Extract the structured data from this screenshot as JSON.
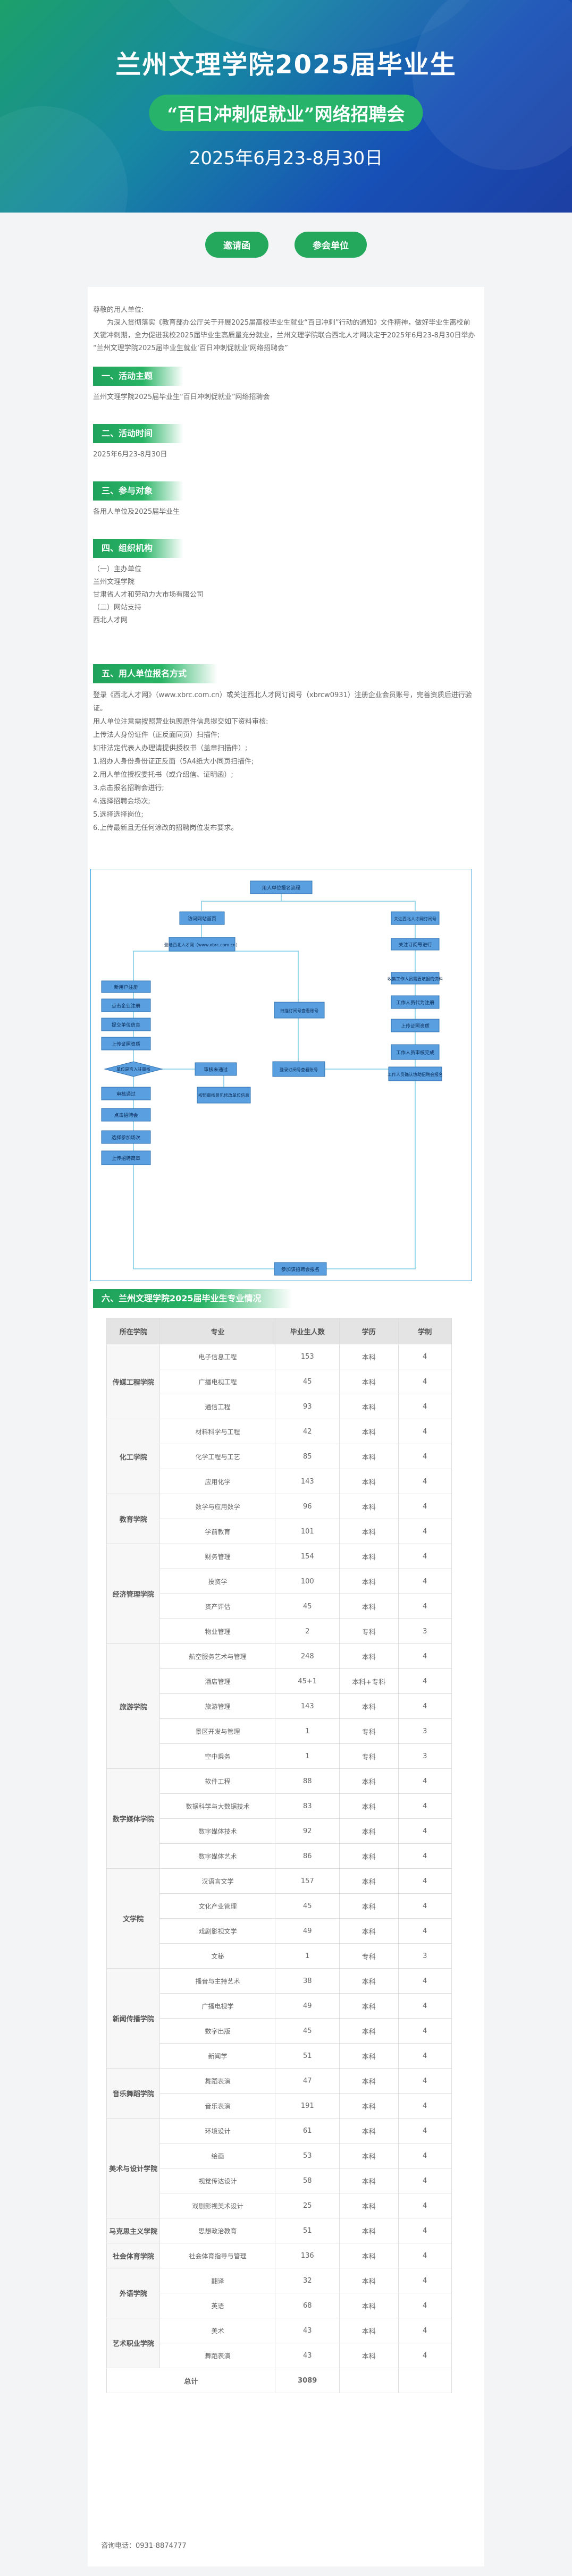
{
  "hero": {
    "title": "兰州文理学院2025届毕业生",
    "subtitle": "“百日冲刺促就业”网络招聘会",
    "date": "2025年6月23-8月30日"
  },
  "tabs": [
    "邀请函",
    "参会单位"
  ],
  "intro": {
    "greeting": "尊敬的用人单位:",
    "p1": "为深入贯彻落实《教育部办公厅关于开展2025届高校毕业生就业“百日冲刺”行动的通知》文件精神，做好毕业生离校前关键冲刺期，全力促进我校2025届毕业生高质量充分就业，兰州文理学院联合西北人才网决定于2025年6月23-8月30日举办“兰州文理学院2025届毕业生就业‘百日冲刺促就业’网络招聘会”"
  },
  "sections": {
    "s1": {
      "title": "一、活动主题",
      "body": "兰州文理学院2025届毕业生“百日冲刺促就业”网络招聘会"
    },
    "s2": {
      "title": "二、活动时间",
      "body": "2025年6月23-8月30日"
    },
    "s3": {
      "title": "三、参与对象",
      "body": "各用人单位及2025届毕业生"
    },
    "s4": {
      "title": "四、组织机构",
      "lines": [
        "（一）主办单位",
        "兰州文理学院",
        "甘肃省人才和劳动力大市场有限公司",
        "（二）网站支持",
        "西北人才网"
      ]
    },
    "s5": {
      "title": "五、用人单位报名方式",
      "lines": [
        "登录《西北人才网》（www.xbrc.com.cn）或关注西北人才网订阅号（xbrcw0931）注册企业会员账号，完善资质后进行验证。",
        "用人单位注意需按照营业执照原件信息提交如下资料审核:",
        "上传法人身份证件（正反面同页）扫描件;",
        "如非法定代表人办理请提供授权书（盖章扫描件）;",
        "1.招办人身份身份证正反面（5A4纸大小同页扫描件;",
        "2.用人单位授权委托书（或介绍信、证明函）;",
        "3.点击报名招聘会进行;",
        "4.选择招聘会场次;",
        "5.选择选择岗位;",
        "6.上传最新且无任何涂改的招聘岗位发布要求。"
      ]
    },
    "s6": {
      "title": "六、兰州文理学院2025届毕业生专业情况"
    }
  },
  "flow": {
    "start": "用人单位报名流程",
    "left_top": "访问网站首页",
    "site": "登陆西北人才网（www.xbrc.com.cn）",
    "a1": "新用户注册",
    "a2": "点击企业注册",
    "a3": "提交单位信息",
    "a4": "上传证照资质",
    "diamond": "单位是否入驻审核",
    "a6": "审核通过",
    "a7": "点击招聘会",
    "a8": "选择参加场次",
    "a9": "上传招聘简章",
    "b1": "审核未通过",
    "b2": "按照审核意见修改单位信息",
    "c1": "扫描订阅号查看账号",
    "c2": "登录订阅号查看账号",
    "r1": "关注西北人才网订阅号",
    "r2": "关注订阅号进行",
    "r3": "收集工作人员需要填报的资料",
    "r4": "工作人员代为注册",
    "r5": "上传证照资质",
    "r6": "工作人员审核完成",
    "r7": "工作人员确认协助招聘会报名",
    "end": "参加该招聘会报名"
  },
  "table": {
    "headers": [
      "所在学院",
      "专业",
      "毕业生人数",
      "学历",
      "学制"
    ],
    "groups": [
      {
        "college": "传媒工程学院",
        "rows": [
          [
            "电子信息工程",
            "153",
            "本科",
            "4"
          ],
          [
            "广播电视工程",
            "45",
            "本科",
            "4"
          ],
          [
            "通信工程",
            "93",
            "本科",
            "4"
          ]
        ]
      },
      {
        "college": "化工学院",
        "rows": [
          [
            "材料科学与工程",
            "42",
            "本科",
            "4"
          ],
          [
            "化学工程与工艺",
            "85",
            "本科",
            "4"
          ],
          [
            "应用化学",
            "143",
            "本科",
            "4"
          ]
        ]
      },
      {
        "college": "教育学院",
        "rows": [
          [
            "数学与应用数学",
            "96",
            "本科",
            "4"
          ],
          [
            "学前教育",
            "101",
            "本科",
            "4"
          ]
        ]
      },
      {
        "college": "经济管理学院",
        "rows": [
          [
            "财务管理",
            "154",
            "本科",
            "4"
          ],
          [
            "投资学",
            "100",
            "本科",
            "4"
          ],
          [
            "资产评估",
            "45",
            "本科",
            "4"
          ],
          [
            "物业管理",
            "2",
            "专科",
            "3"
          ]
        ]
      },
      {
        "college": "旅游学院",
        "rows": [
          [
            "航空服务艺术与管理",
            "248",
            "本科",
            "4"
          ],
          [
            "酒店管理",
            "45+1",
            "本科+专科",
            "4"
          ],
          [
            "旅游管理",
            "143",
            "本科",
            "4"
          ],
          [
            "景区开发与管理",
            "1",
            "专科",
            "3"
          ],
          [
            "空中乘务",
            "1",
            "专科",
            "3"
          ]
        ]
      },
      {
        "college": "数字媒体学院",
        "rows": [
          [
            "软件工程",
            "88",
            "本科",
            "4"
          ],
          [
            "数据科学与大数据技术",
            "83",
            "本科",
            "4"
          ],
          [
            "数字媒体技术",
            "92",
            "本科",
            "4"
          ],
          [
            "数字媒体艺术",
            "86",
            "本科",
            "4"
          ]
        ]
      },
      {
        "college": "文学院",
        "rows": [
          [
            "汉语言文学",
            "157",
            "本科",
            "4"
          ],
          [
            "文化产业管理",
            "45",
            "本科",
            "4"
          ],
          [
            "戏剧影视文学",
            "49",
            "本科",
            "4"
          ],
          [
            "文秘",
            "1",
            "专科",
            "3"
          ]
        ]
      },
      {
        "college": "新闻传播学院",
        "rows": [
          [
            "播音与主持艺术",
            "38",
            "本科",
            "4"
          ],
          [
            "广播电视学",
            "49",
            "本科",
            "4"
          ],
          [
            "数字出版",
            "45",
            "本科",
            "4"
          ],
          [
            "新闻学",
            "51",
            "本科",
            "4"
          ]
        ]
      },
      {
        "college": "音乐舞蹈学院",
        "rows": [
          [
            "舞蹈表演",
            "47",
            "本科",
            "4"
          ],
          [
            "音乐表演",
            "191",
            "本科",
            "4"
          ]
        ]
      },
      {
        "college": "美术与设计学院",
        "rows": [
          [
            "环境设计",
            "61",
            "本科",
            "4"
          ],
          [
            "绘画",
            "53",
            "本科",
            "4"
          ],
          [
            "视觉传达设计",
            "58",
            "本科",
            "4"
          ],
          [
            "戏剧影视美术设计",
            "25",
            "本科",
            "4"
          ]
        ]
      },
      {
        "college": "马克思主义学院",
        "rows": [
          [
            "思想政治教育",
            "51",
            "本科",
            "4"
          ]
        ]
      },
      {
        "college": "社会体育学院",
        "rows": [
          [
            "社会体育指导与管理",
            "136",
            "本科",
            "4"
          ]
        ]
      },
      {
        "college": "外语学院",
        "rows": [
          [
            "翻译",
            "32",
            "本科",
            "4"
          ],
          [
            "英语",
            "68",
            "本科",
            "4"
          ]
        ]
      },
      {
        "college": "艺术职业学院",
        "rows": [
          [
            "美术",
            "43",
            "本科",
            "4"
          ],
          [
            "舞蹈表演",
            "43",
            "本科",
            "4"
          ]
        ]
      }
    ],
    "total_label": "总计",
    "total_value": "3089"
  },
  "consult": "咨询电话：0931-8874777",
  "colors": {
    "green": "#23a85c",
    "flow_box": "#5aa0e0",
    "flow_line": "#9ad7ea"
  }
}
